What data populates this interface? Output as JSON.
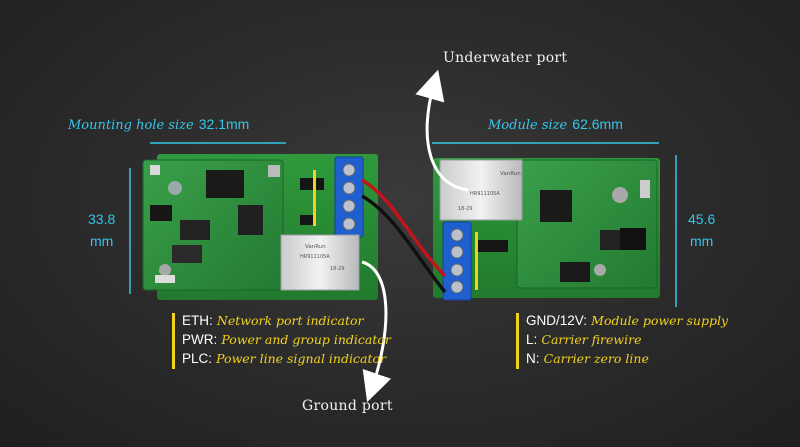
{
  "labels": {
    "underwater_port": "Underwater port",
    "ground_port": "Ground port",
    "mounting_hole_prefix": "Mounting hole size",
    "mounting_hole_value": "32.1mm",
    "module_size_prefix": "Module size",
    "module_size_value": "62.6mm",
    "left_dim_value": "33.8",
    "left_dim_unit": "mm",
    "right_dim_value": "45.6",
    "right_dim_unit": "mm"
  },
  "legend_left": [
    {
      "key": "ETH:",
      "text": "Network port indicator"
    },
    {
      "key": "PWR:",
      "text": "Power and group indicator"
    },
    {
      "key": "PLC:",
      "text": "Power line signal indicator"
    }
  ],
  "legend_right": [
    {
      "key": "GND/12V:",
      "text": "Module power supply"
    },
    {
      "key": "L:",
      "text": "Carrier firewire"
    },
    {
      "key": "N:",
      "text": "Carrier zero line"
    }
  ],
  "pcb_text": {
    "rj45_brand": "VanRun",
    "rj45_model": "HR911105A",
    "rj45_code": "18-29"
  },
  "colors": {
    "accent_cyan": "#35c6e8",
    "legend_yellow": "#f2d21f",
    "pcb_green": "#2f8f3a",
    "terminal_blue": "#1f5fd0"
  }
}
